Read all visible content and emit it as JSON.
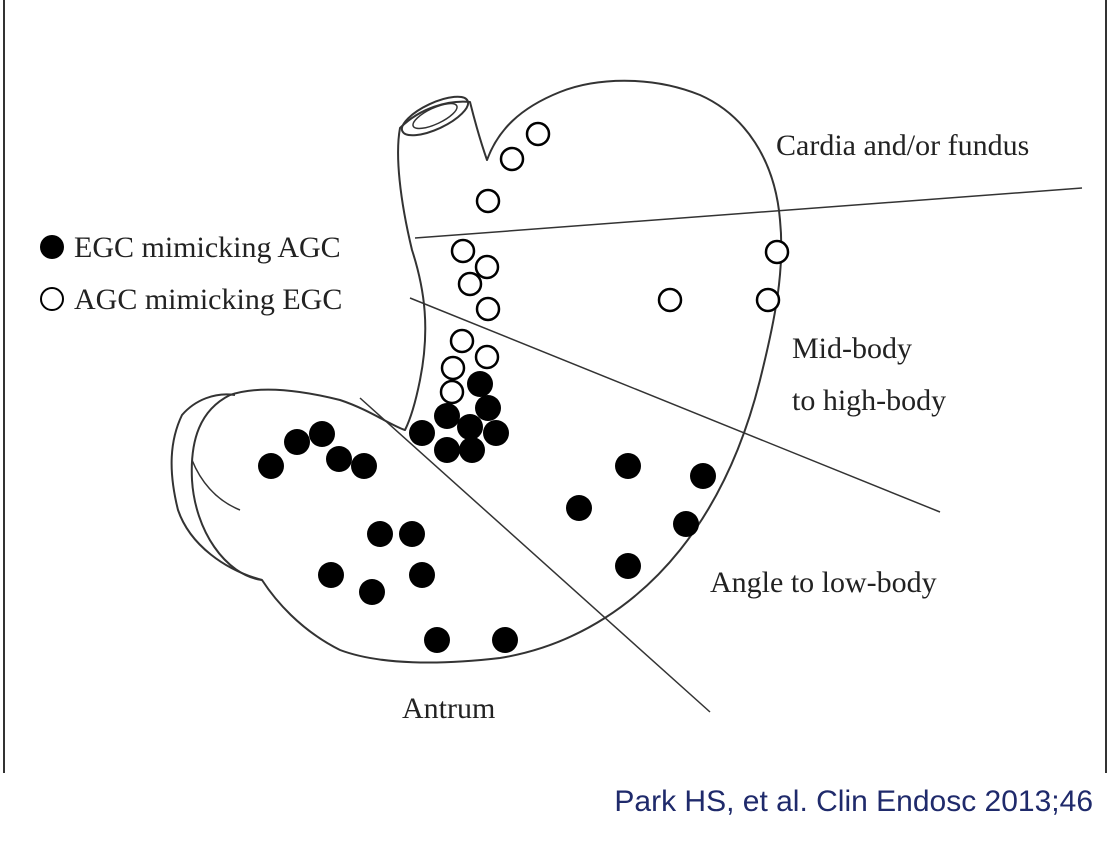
{
  "labels": {
    "cardia_fundus": "Cardia and/or fundus",
    "mid_body_line1": "Mid-body",
    "mid_body_line2": "to high-body",
    "angle_low_body": "Angle to low-body",
    "antrum": "Antrum"
  },
  "legend": {
    "filled": "EGC mimicking AGC",
    "open": "AGC mimicking EGC"
  },
  "citation": "Park HS, et al. Clin Endosc 2013;46",
  "colors": {
    "ink": "#000000",
    "line": "#333333",
    "citation": "#1f2a6b"
  }
}
